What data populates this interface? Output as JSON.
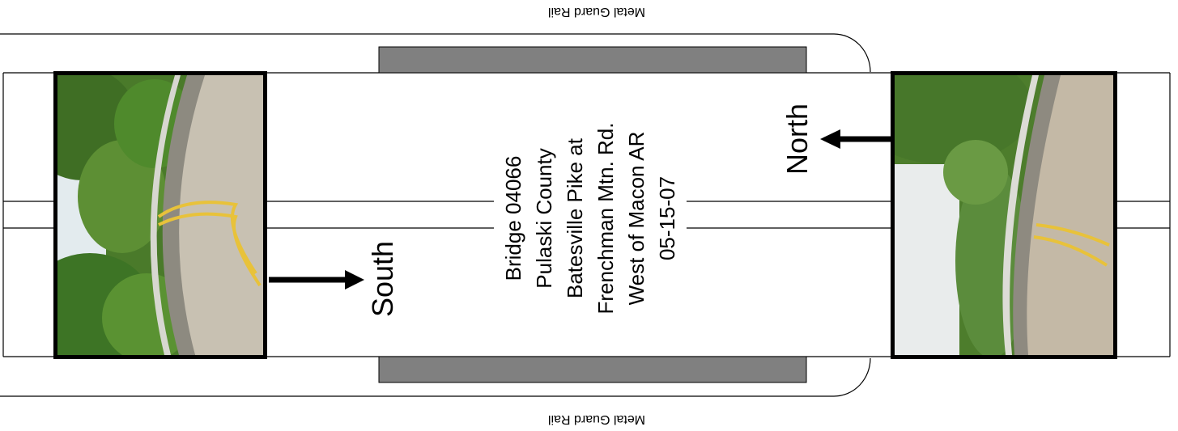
{
  "guard_rail": {
    "top_label": "Metal Guard Rail",
    "bottom_label": "Metal Guard Rail"
  },
  "directions": {
    "north": "North",
    "south": "South"
  },
  "bridge_info": {
    "lines": [
      "Bridge 04066",
      "Pulaski  County",
      "Batesville Pike at",
      "Frenchman Mtn. Rd.",
      "West of Macon AR",
      "05-15-07"
    ]
  },
  "photos": {
    "south_photo": "photo-south-view",
    "north_photo": "photo-north-view"
  },
  "colors": {
    "rail_gray": "#808080",
    "line_black": "#000000",
    "road_yellow": "#e8c23a",
    "asphalt": "#c9c2b4",
    "foliage": "#4f7d2c",
    "sky": "#e6ecef"
  }
}
